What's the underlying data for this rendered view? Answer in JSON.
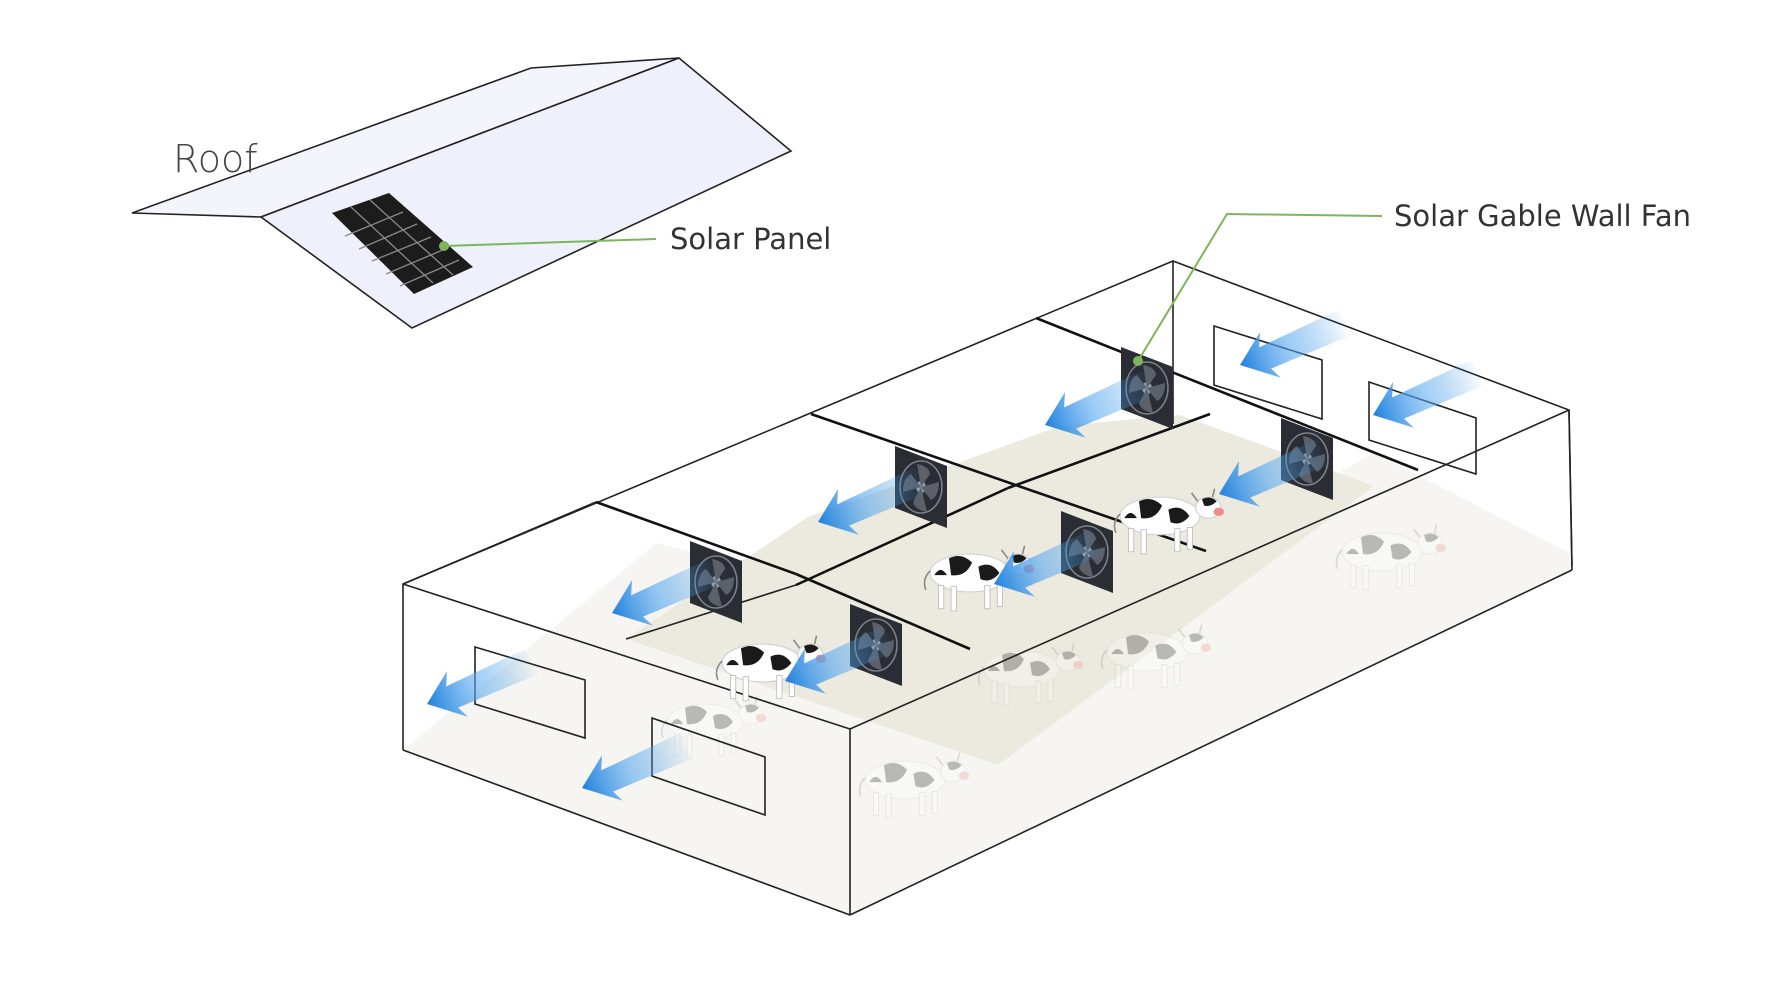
{
  "labels": {
    "roof": "Roof",
    "solar_panel": "Solar Panel",
    "solar_gable_wall_fan": "Solar Gable Wall Fan"
  },
  "colors": {
    "roof_fill": "#eef0fb",
    "floor": "#ece9df",
    "floor_outside": "#f6f5f1",
    "panel": "#1c1c1c",
    "fan": "#2a2d33",
    "leader_line": "#7cb65a",
    "airflow": "#2f8fe0"
  },
  "icons": {
    "fan": "fan-icon",
    "cow": "cow-icon",
    "arrow": "airflow-arrow-icon",
    "panel": "solar-panel-icon"
  }
}
